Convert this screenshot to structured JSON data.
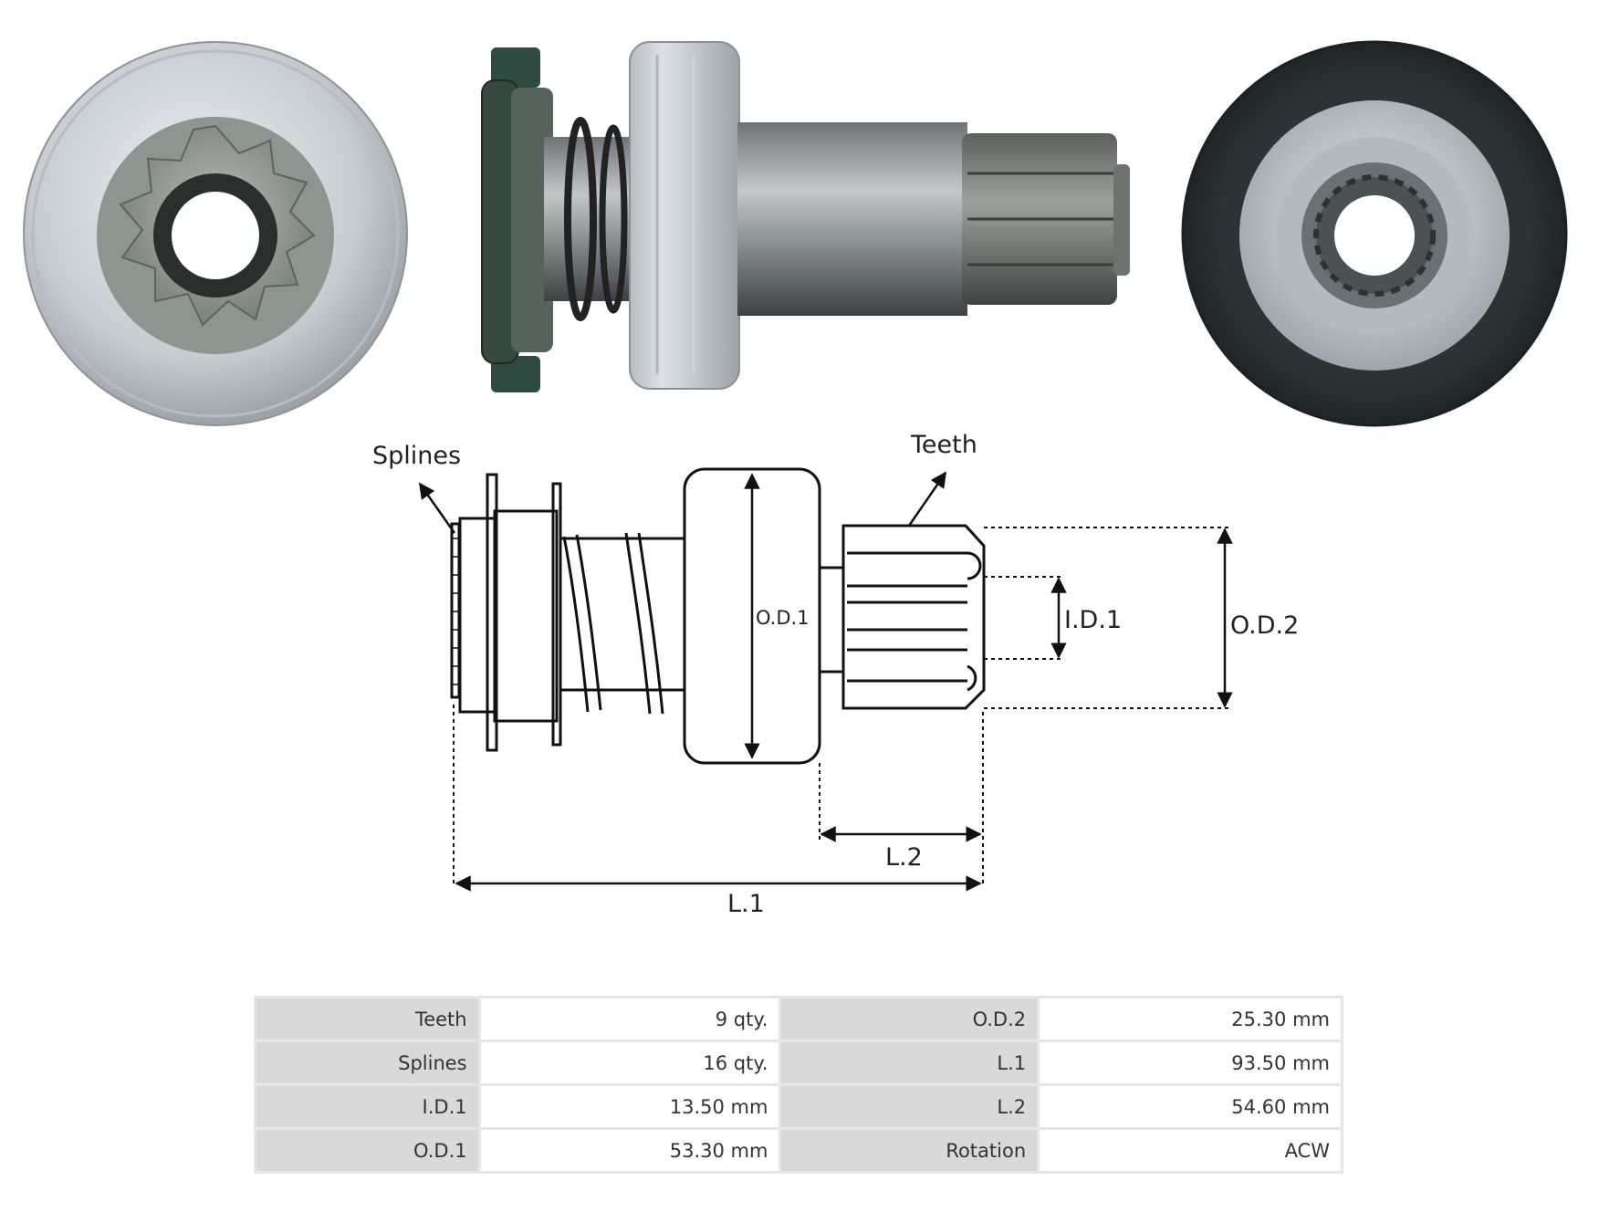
{
  "colors": {
    "steel_light": "#d8dde1",
    "steel_mid": "#a9b0b6",
    "steel_dark": "#4a4e50",
    "rubber_green": "#2f4a40",
    "line": "#111111",
    "table_label_bg": "#d9d9d9",
    "table_value_bg": "#ffffff",
    "table_border": "#e6e6e6"
  },
  "photos": {
    "front_view": "drive-gear-front-photo",
    "side_view": "drive-side-photo",
    "rear_view": "drive-rear-photo"
  },
  "drawing": {
    "labels": {
      "splines": "Splines",
      "teeth": "Teeth",
      "od1": "O.D.1",
      "od2": "O.D.2",
      "id1": "I.D.1",
      "l1": "L.1",
      "l2": "L.2"
    }
  },
  "specs": {
    "rows": [
      {
        "label_left": "Teeth",
        "value_left": "9 qty.",
        "label_right": "O.D.2",
        "value_right": "25.30 mm"
      },
      {
        "label_left": "Splines",
        "value_left": "16 qty.",
        "label_right": "L.1",
        "value_right": "93.50 mm"
      },
      {
        "label_left": "I.D.1",
        "value_left": "13.50 mm",
        "label_right": "L.2",
        "value_right": "54.60 mm"
      },
      {
        "label_left": "O.D.1",
        "value_left": "53.30 mm",
        "label_right": "Rotation",
        "value_right": "ACW"
      }
    ]
  }
}
